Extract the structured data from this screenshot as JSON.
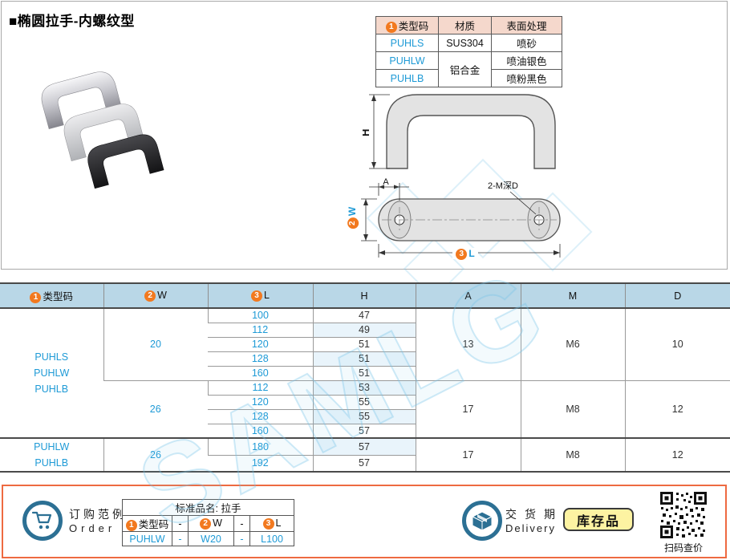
{
  "page": {
    "title": "■椭圆拉手-内螺纹型",
    "watermark": "SAMLG"
  },
  "spec_table": {
    "badge1": "1",
    "col_code": "类型码",
    "col_material": "材质",
    "col_finish": "表面处理",
    "rows": [
      {
        "code": "PUHLS",
        "material": "SUS304",
        "finish": "喷砂"
      },
      {
        "code": "PUHLW",
        "material": "铝合金",
        "finish": "喷油银色"
      },
      {
        "code": "PUHLB",
        "finish": "喷粉黑色"
      }
    ]
  },
  "drawing": {
    "dim_h": "H",
    "dim_a": "A",
    "thread_note": "2-M深D",
    "badge2": "2",
    "dim_w": "W",
    "badge3": "3",
    "dim_l": "L"
  },
  "main_table": {
    "badge1": "1",
    "badge2": "2",
    "badge3": "3",
    "h_code": "类型码",
    "h_w": "W",
    "h_l": "L",
    "h_h": "H",
    "h_a": "A",
    "h_m": "M",
    "h_d": "D",
    "sections": [
      {
        "codes": [
          "PUHLS",
          "PUHLW",
          "PUHLB"
        ]
      },
      {
        "codes": [
          "PUHLW",
          "PUHLB"
        ]
      }
    ],
    "groups": [
      {
        "w": "20",
        "a": "13",
        "m": "M6",
        "d": "10"
      },
      {
        "w": "26",
        "a": "17",
        "m": "M8",
        "d": "12"
      },
      {
        "w": "26",
        "a": "17",
        "m": "M8",
        "d": "12"
      }
    ],
    "rows": [
      {
        "l": "100",
        "h": "47"
      },
      {
        "l": "112",
        "h": "49"
      },
      {
        "l": "120",
        "h": "51"
      },
      {
        "l": "128",
        "h": "51"
      },
      {
        "l": "160",
        "h": "51"
      },
      {
        "l": "112",
        "h": "53"
      },
      {
        "l": "120",
        "h": "55"
      },
      {
        "l": "128",
        "h": "55"
      },
      {
        "l": "160",
        "h": "57"
      },
      {
        "l": "180",
        "h": "57"
      },
      {
        "l": "192",
        "h": "57"
      }
    ]
  },
  "order": {
    "cn": "订购范例",
    "en": "Order",
    "table_title": "标准品名: 拉手",
    "badge1": "1",
    "badge2": "2",
    "badge3": "3",
    "h_code": "类型码",
    "h_w": "W",
    "h_l": "L",
    "dash": "-",
    "example": {
      "code": "PUHLW",
      "w": "W20",
      "l": "L100"
    }
  },
  "delivery": {
    "cn": "交货期",
    "en": "Delivery",
    "stock_badge": "库存品",
    "qr_caption": "扫码查价"
  }
}
